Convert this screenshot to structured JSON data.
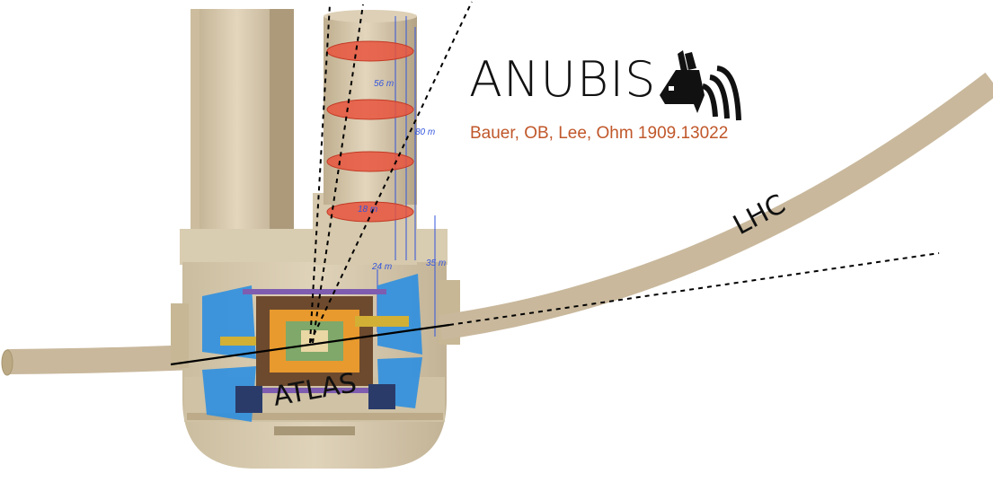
{
  "title": "ANUBIS",
  "citation": "Bauer, OB, Lee, Ohm 1909.13022",
  "labels": {
    "lhc": "LHC",
    "atlas": "ATLAS",
    "dim_56": "56 m",
    "dim_80": "80 m",
    "dim_18": "18 m",
    "dim_24": "24 m",
    "dim_35": "35 m"
  },
  "colors": {
    "beam_pipe": "#c9b89c",
    "cavern_stone": "#d4c6a9",
    "tracking_stations": "#e8533d",
    "citation": "#c0572a",
    "dimension_lines": "#3355dd",
    "detector_blue": "#2e8fe0"
  },
  "icons": {
    "logo": "anubis-jackal-head-icon"
  }
}
